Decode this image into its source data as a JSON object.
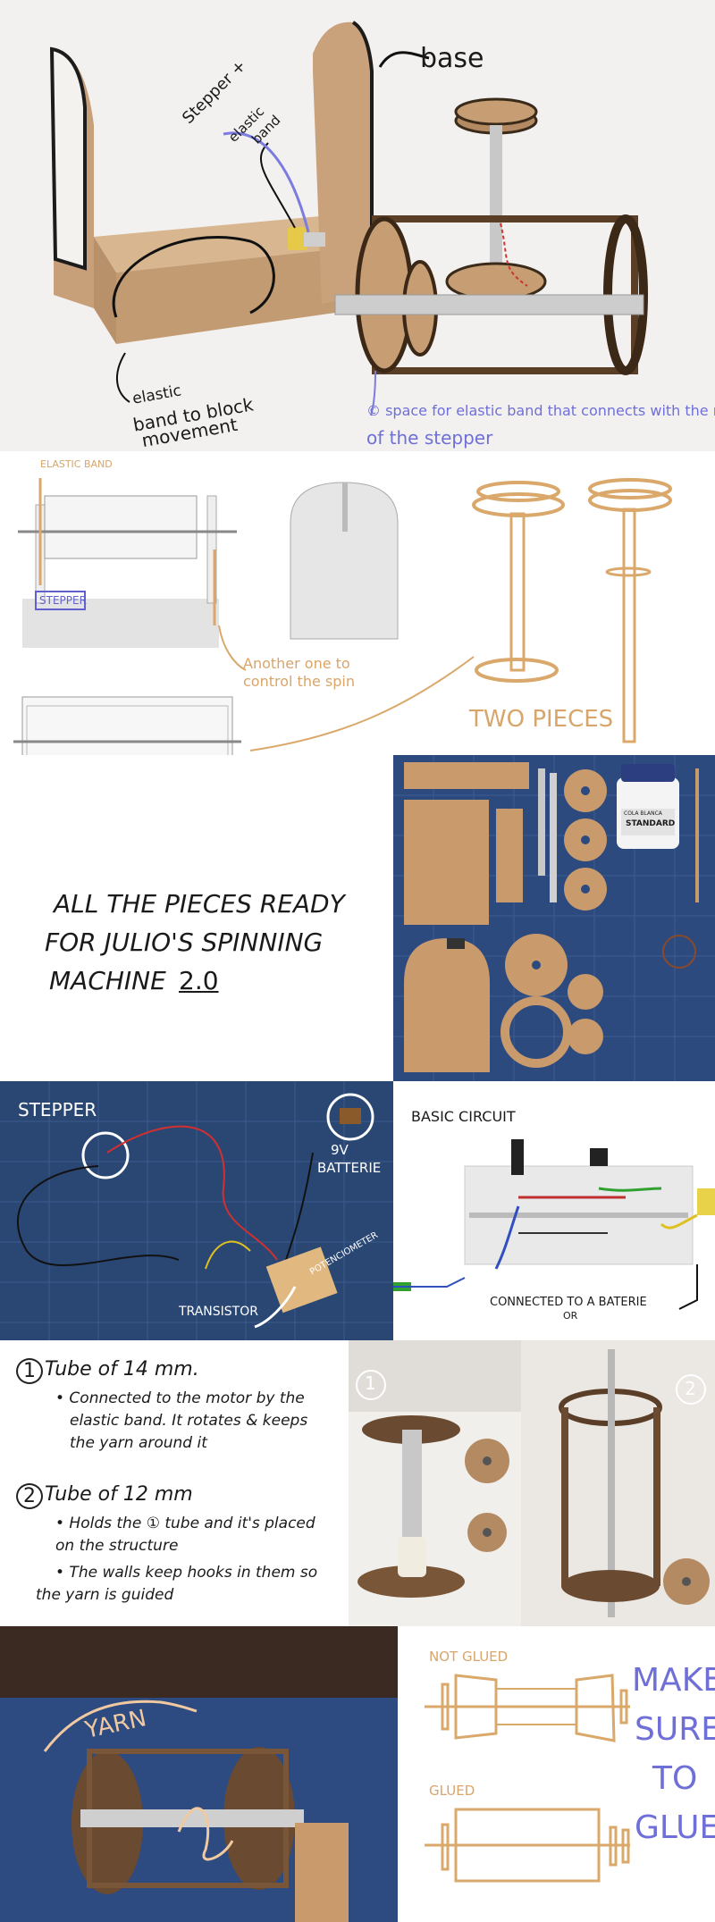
{
  "photo1": {
    "base_label": "base",
    "stepper_label_1": "Stepper +",
    "stepper_label_2": "elastic",
    "stepper_label_3": "band",
    "elastic_label_1": "elastic",
    "elastic_label_2": "band to block",
    "elastic_label_3": "movement",
    "space_label_1": "© space for elastic band that connects with the movement",
    "space_label_2": "of the stepper"
  },
  "sketches": {
    "elastic_band_label": "ELASTIC BAND",
    "stepper_label": "STEPPER",
    "another_label_1": "Another one to",
    "another_label_2": "control the spin",
    "two_pieces_label": "TWO PIECES"
  },
  "pieces": {
    "caption_1": "ALL THE PIECES READY",
    "caption_2": "FOR JULIO'S SPINNING",
    "caption_3": "MACHINE",
    "caption_version": "2.0",
    "glue_label_1": "COLA BLANCA",
    "glue_label_2": "STANDARD"
  },
  "circuit": {
    "stepper_label": "STEPPER",
    "battery_label_1": "9V",
    "battery_label_2": "BATTERIE",
    "potentiometer_label": "POTENCIOMETER",
    "transistor_label": "TRANSISTOR",
    "basic_label": "BASIC CIRCUIT",
    "connected_label_1": "CONNECTED TO A BATERIE",
    "connected_label_2": "OR"
  },
  "tubes": {
    "n1": "1",
    "n1_title": "Tube of 14 mm.",
    "n1_l1": "• Connected to the motor by the",
    "n1_l2": "elastic band. It rotates & keeps",
    "n1_l3": "the yarn around it",
    "n2": "2",
    "n2_title": "Tube of 12 mm",
    "n2_l1": "• Holds the ① tube and it's placed",
    "n2_l2": "on the structure",
    "n2_l3": "• The walls keep hooks in them so",
    "n2_l4": "the yarn is guided",
    "photo_n1": "1",
    "photo_n2": "2"
  },
  "final": {
    "yarn_label": "YARN",
    "not_glued": "NOT GLUED",
    "glued": "GLUED",
    "make_1": "MAKE",
    "make_2": "SURE",
    "make_3": "TO",
    "make_4": "GLUE"
  }
}
